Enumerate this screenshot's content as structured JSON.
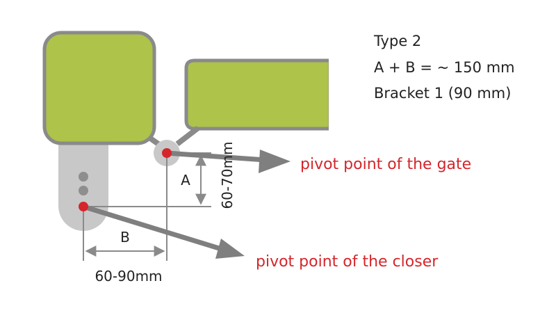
{
  "info": {
    "type_line": "Type 2",
    "sum_line": "A + B = ~ 150 mm",
    "bracket_line": "Bracket 1 (90 mm)"
  },
  "labels": {
    "pivot_gate": "pivot point of the gate",
    "pivot_closer": "pivot point of the closer"
  },
  "dimensions": {
    "a_label": "A",
    "b_label": "B",
    "a_range": "60-70mm",
    "b_range": "60-90mm"
  },
  "colors": {
    "green_fill": "#adc34a",
    "green_border": "#8a8a8a",
    "bracket_gray": "#c8c8c8",
    "hole_gray": "#8e8e8e",
    "pivot_red": "#d4262b",
    "arrow_gray": "#7f7f7f",
    "line_gray": "#8a8a8a",
    "label_red": "#d4262b"
  }
}
